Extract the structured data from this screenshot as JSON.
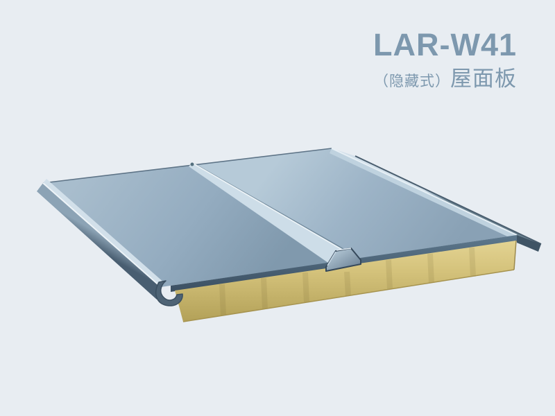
{
  "page": {
    "background_color": "#e8edf2"
  },
  "header": {
    "title": "LAR-W41",
    "subtitle_prefix": "（隐藏式）",
    "subtitle_main": "屋面板",
    "text_color": "#7d98ae"
  },
  "illustration": {
    "label": "standing-seam insulated roof sandwich panel, steel-blue top sheet with two raised ribs over a tan foam core",
    "colors": {
      "steel_light": "#c9d9e4",
      "steel_mid": "#96aec2",
      "steel_dark": "#6d8598",
      "steel_edge": "#3f5466",
      "foam_light": "#e0cf8c",
      "foam_dark": "#b7a45e"
    }
  }
}
